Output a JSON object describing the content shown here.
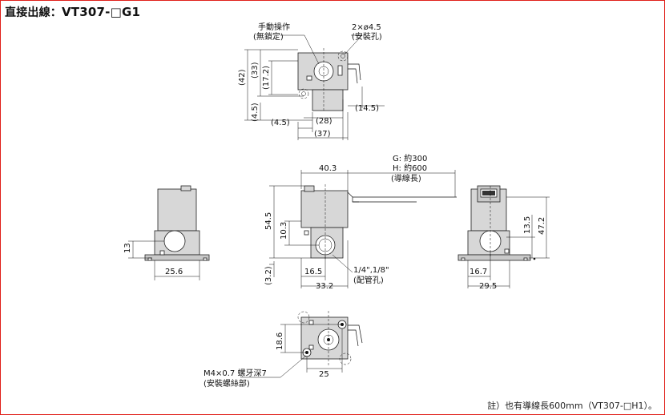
{
  "title": {
    "prefix": "直接出線：",
    "model": "VT307-□G1"
  },
  "labels": {
    "manual_op": "手動操作",
    "non_lock": "(無鎖定)",
    "mount_hole_size": "2×ø4.5",
    "mount_hole": "(安裝孔)",
    "lead_g": "G: 約300",
    "lead_h": "H: 約600",
    "lead_len": "(導線長)",
    "port_size": "1/4\",1/8\"",
    "port": "(配管孔)",
    "thread": "M4×0.7 螺牙深7",
    "thread_mount": "(安裝螺絲部)"
  },
  "dims": {
    "top_42": "(42)",
    "top_33": "(33)",
    "top_17_2": "(17.2)",
    "top_4_5v": "(4.5)",
    "top_4_5h": "(4.5)",
    "top_28": "(28)",
    "top_37": "(37)",
    "top_14_5": "(14.5)",
    "left_13": "13",
    "left_25_6": "25.6",
    "front_40_3": "40.3",
    "front_54_5": "54.5",
    "front_10_3": "10.3",
    "front_3_2": "(3.2)",
    "front_16_5": "16.5",
    "front_33_2": "33.2",
    "right_13_5": "13.5",
    "right_47_2": "47.2",
    "right_16_7": "16.7",
    "right_29_5": "29.5",
    "bottom_18_6": "18.6",
    "bottom_25": "25"
  },
  "footnote": "註）也有導線長600mm（VT307-□H1）。",
  "colors": {
    "border": "#e0201b",
    "body_fill": "#d7d7d7",
    "line": "#111111"
  }
}
